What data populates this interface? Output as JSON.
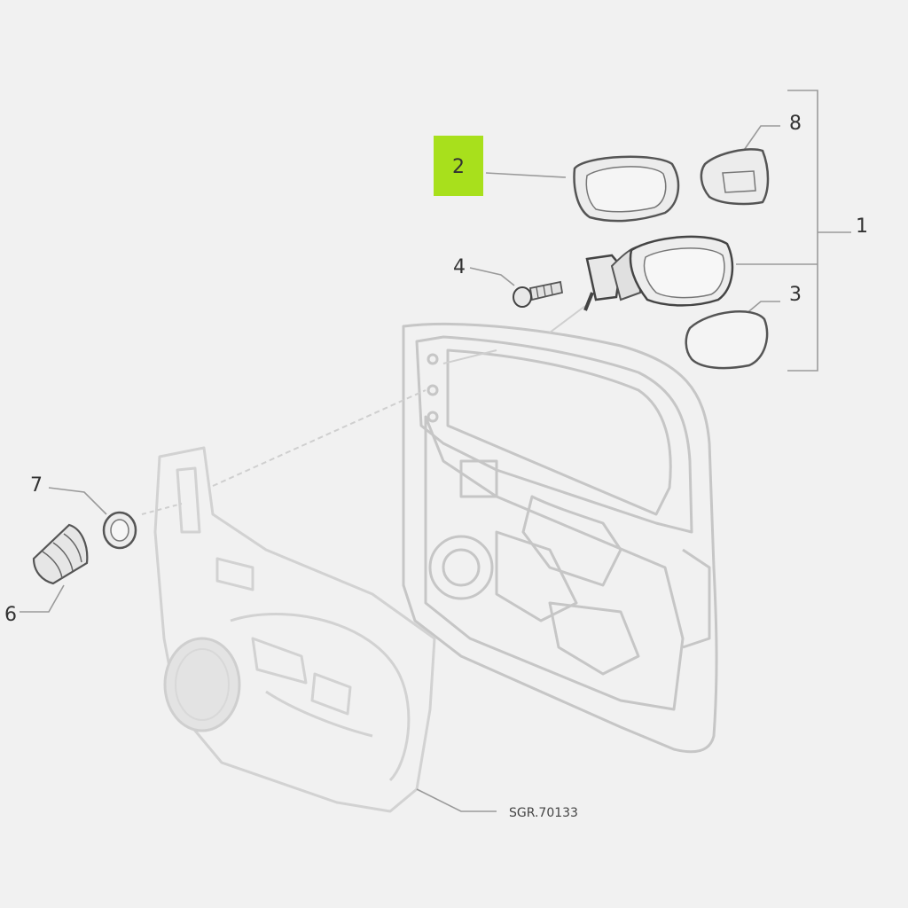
{
  "diagram": {
    "callouts": {
      "c1": "1",
      "c2": "2",
      "c3": "3",
      "c4": "4",
      "c6": "6",
      "c7": "7",
      "c8": "8"
    },
    "reference_code": "SGR.70133",
    "highlight_color": "#a8e01c",
    "line_color": "#9a9a9a",
    "part_color": "#555555"
  }
}
